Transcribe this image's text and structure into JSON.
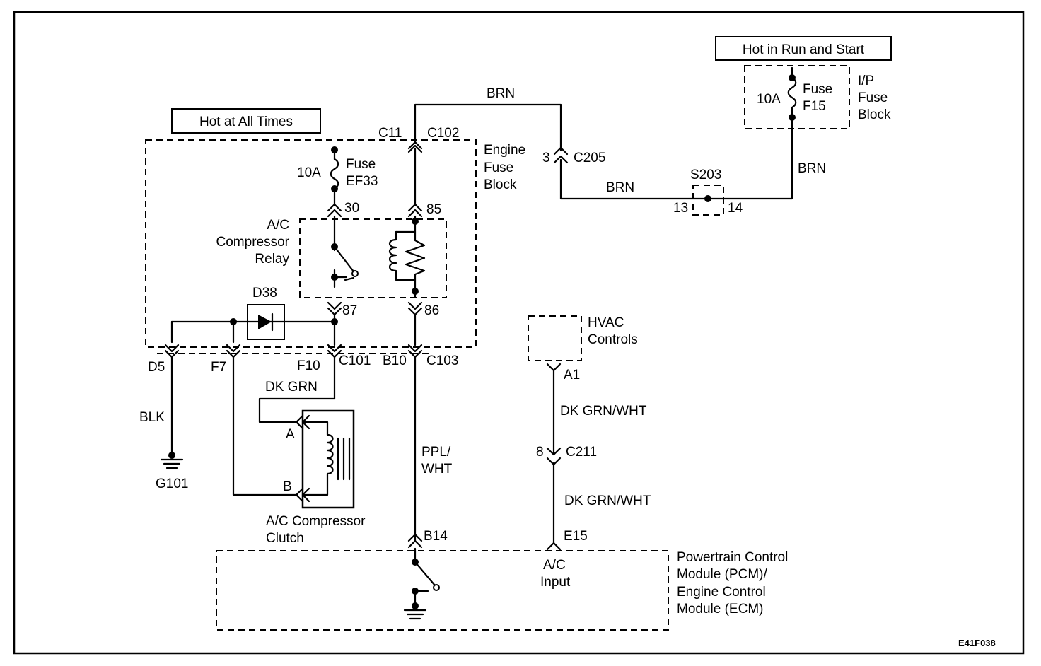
{
  "labels": {
    "hot_all_times": "Hot at All Times",
    "hot_run_start": "Hot in Run and Start",
    "fuse_ef33_amp": "10A",
    "fuse_ef33_name_1": "Fuse",
    "fuse_ef33_name_2": "EF33",
    "fuse_f15_amp": "10A",
    "fuse_f15_name_1": "Fuse",
    "fuse_f15_name_2": "F15",
    "ip_fuse_block_1": "I/P",
    "ip_fuse_block_2": "Fuse",
    "ip_fuse_block_3": "Block",
    "engine_fuse_block_1": "Engine",
    "engine_fuse_block_2": "Fuse",
    "engine_fuse_block_3": "Block",
    "relay_1": "A/C",
    "relay_2": "Compressor",
    "relay_3": "Relay",
    "pin_30": "30",
    "pin_85": "85",
    "pin_87": "87",
    "pin_86": "86",
    "diode": "D38",
    "c11": "C11",
    "c102": "C102",
    "wire_brn_top": "BRN",
    "wire_brn_mid": "BRN",
    "wire_brn_right": "BRN",
    "pin_3": "3",
    "c205": "C205",
    "s203": "S203",
    "pin_13": "13",
    "pin_14": "14",
    "d5": "D5",
    "f7": "F7",
    "f10": "F10",
    "c101": "C101",
    "b10": "B10",
    "c103": "C103",
    "wire_dk_grn": "DK GRN",
    "wire_blk": "BLK",
    "ground_g101": "G101",
    "clutch_pin_a": "A",
    "clutch_pin_b": "B",
    "clutch_1": "A/C Compressor",
    "clutch_2": "Clutch",
    "wire_ppl_1": "PPL/",
    "wire_ppl_2": "WHT",
    "hvac_1": "HVAC",
    "hvac_2": "Controls",
    "pin_a1": "A1",
    "wire_dkgrnwht_1": "DK GRN/WHT",
    "pin_8": "8",
    "c211": "C211",
    "wire_dkgrnwht_2": "DK GRN/WHT",
    "pin_b14": "B14",
    "pin_e15": "E15",
    "ac_input_1": "A/C",
    "ac_input_2": "Input",
    "pcm_1": "Powertrain Control",
    "pcm_2": "Module (PCM)/",
    "pcm_3": "Engine  Control",
    "pcm_4": "Module (ECM)",
    "figure_code": "E41F038"
  }
}
